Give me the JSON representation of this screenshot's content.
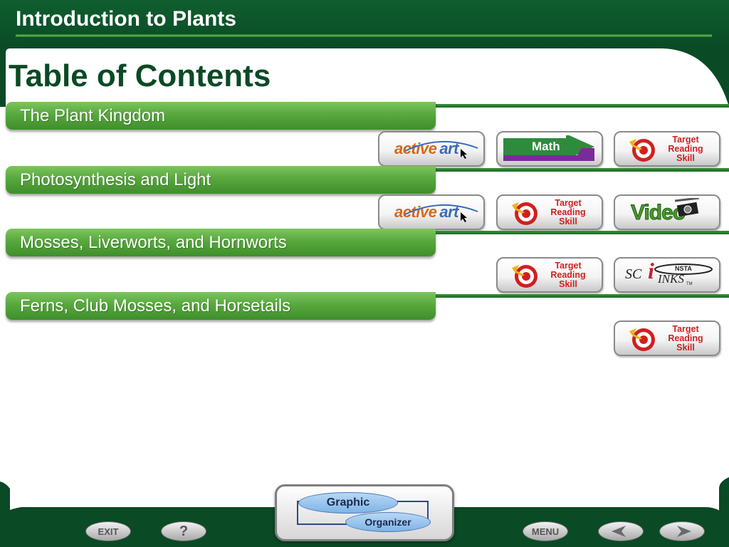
{
  "header": {
    "app_title": "Introduction to Plants",
    "page_title": "Table of Contents"
  },
  "sections": [
    {
      "label": "The Plant Kingdom",
      "resources": [
        "active-art",
        "math",
        "target-reading-skill"
      ]
    },
    {
      "label": "Photosynthesis and Light",
      "resources": [
        "active-art",
        "target-reading-skill",
        "video"
      ]
    },
    {
      "label": "Mosses, Liverworts, and Hornworts",
      "resources": [
        "target-reading-skill",
        "scilinks"
      ]
    },
    {
      "label": "Ferns, Club Mosses, and Horsetails",
      "resources": [
        "target-reading-skill"
      ]
    }
  ],
  "resource_labels": {
    "active_art": {
      "part1": "active",
      "part2": "art"
    },
    "math": "Math",
    "target_reading_skill": [
      "Target",
      "Reading",
      "Skill"
    ],
    "video": "Video",
    "scilinks": {
      "sc": "SC",
      "i": "i",
      "links": "INKS",
      "tm": "TM",
      "nsta": "NSTA"
    }
  },
  "footer": {
    "graphic_organizer": {
      "line1": "Graphic",
      "line2": "Organizer"
    },
    "exit_label": "EXIT",
    "help_label": "?",
    "menu_label": "MENU",
    "prev_icon": "arrow-left-icon",
    "next_icon": "arrow-right-icon"
  },
  "colors": {
    "dark_green": "#0a4a25",
    "bar_green": "#58a83e",
    "target_red": "#d11f1f",
    "active_art_orange": "#d2691e",
    "math_green": "#2e8b3e",
    "math_purple": "#7b2a9a"
  }
}
